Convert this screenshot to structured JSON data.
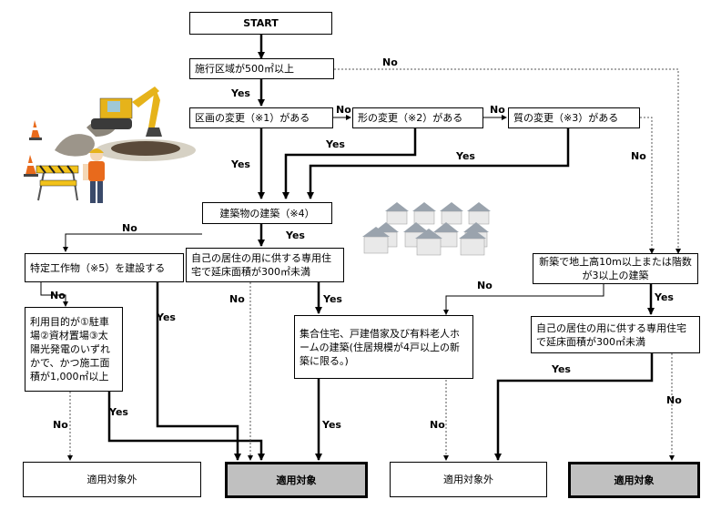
{
  "nodes": {
    "start": "START",
    "area": "施行区域が500㎡以上",
    "kukaku": "区画の変更（※1）がある",
    "katachi": "形の変更（※2）がある",
    "shitsu": "質の変更（※3）がある",
    "kenchiku": "建築物の建築（※4）",
    "tokutei": "特定工作物（※5）を建設する",
    "jiko1": "自己の居住の用に供する専用住宅で延床面積が300㎡未満",
    "shinchiku": "新築で地上高10m以上または階数が3以上の建築",
    "riyou": "利用目的が①駐車場②資材置場③太陽光発電のいずれかで、かつ施工面積が1,000㎡以上",
    "shuugou": "集合住宅、戸建借家及び有料老人ホームの建築(住居規模が4戸以上の新築に限る。)",
    "jiko2": "自己の居住の用に供する専用住宅で延床面積が300㎡未満",
    "out1": "適用対象外",
    "in1": "適用対象",
    "out2": "適用対象外",
    "in2": "適用対象"
  },
  "labels": {
    "yes": "Yes",
    "no": "No"
  }
}
